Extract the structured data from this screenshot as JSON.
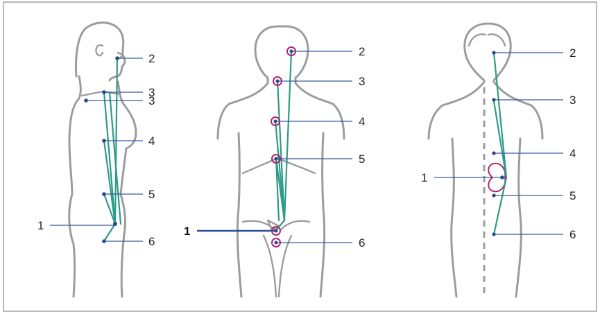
{
  "figures": [
    {
      "id": "side",
      "labels": [
        "2",
        "3",
        "3",
        "4",
        "5",
        "1",
        "6"
      ]
    },
    {
      "id": "front",
      "labels": [
        "2",
        "3",
        "4",
        "5",
        "1",
        "6"
      ]
    },
    {
      "id": "back",
      "labels": [
        "2",
        "3",
        "4",
        "1",
        "5",
        "6"
      ]
    }
  ],
  "colors": {
    "outline": "#9a9ca0",
    "nerve": "#2e9a88",
    "leader": "#3a5c9a",
    "point": "#234b8f",
    "highlight": "#b0246f",
    "frame": "#8a8a8a"
  }
}
